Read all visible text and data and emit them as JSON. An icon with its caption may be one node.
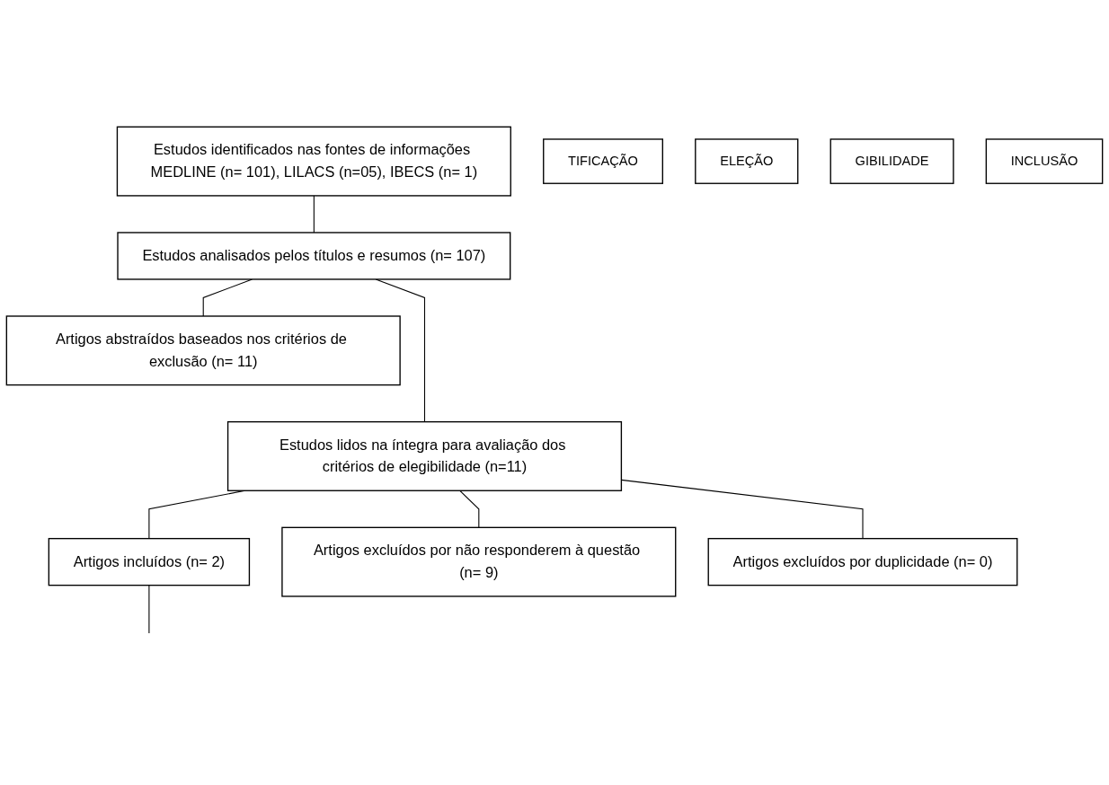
{
  "diagram": {
    "nodes": [
      {
        "text": [
          "TIFICAÇÃO"
        ]
      },
      {
        "text": [
          "ELEÇÃO"
        ]
      },
      {
        "text": [
          "GIBILIDADE"
        ]
      },
      {
        "text": [
          "INCLUSÃO"
        ]
      },
      {
        "text": [
          "Estudos identificados nas fontes de informações MEDLINE (n= 101), LILACS (n=05), IBECS (n= 1)"
        ]
      },
      {
        "text": [
          "Estudos analisados pelos títulos e resumos (n= 107)"
        ]
      },
      {
        "text": [
          "Artigos abstraídos baseados nos critérios de exclusão (n= 11)"
        ]
      },
      {
        "text": [
          "Estudos lidos na íntegra para avaliação dos critérios de elegibilidade (n=11)"
        ]
      },
      {
        "text": [
          "Artigos excluídos por não responderem à questão (n= 9)"
        ]
      },
      {
        "text": [
          "Artigos excluídos por duplicidade (n= 0)"
        ]
      },
      {
        "text": [
          "Artigos incluídos (n= 2)"
        ]
      }
    ],
    "edges": [
      {
        "from": 4,
        "to": 5,
        "arrow": "none"
      },
      {
        "from": 5,
        "to": 6,
        "arrow": "none"
      },
      {
        "from": 5,
        "to": 7,
        "arrow": "none"
      },
      {
        "from": 7,
        "to": 8,
        "arrow": "none"
      },
      {
        "from": 7,
        "to": 9,
        "arrow": "none"
      },
      {
        "from": 7,
        "to": 10,
        "arrow": "none"
      },
      {
        "from": 10,
        "to": null,
        "arrow": "none"
      }
    ]
  }
}
